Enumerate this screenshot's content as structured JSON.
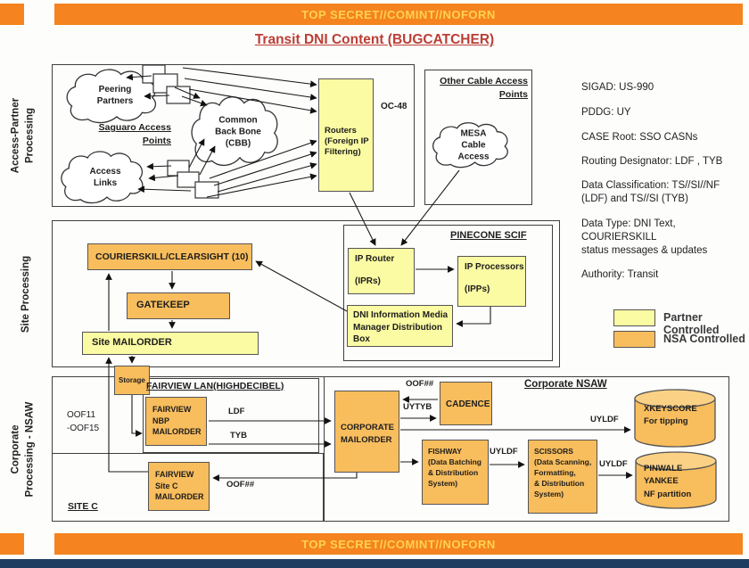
{
  "banner": {
    "classification": "TOP SECRET//COMINT//NOFORN"
  },
  "title": "Transit DNI Content (BUGCATCHER)",
  "side_labels": {
    "access_partner": "Access-Partner\nProcessing",
    "site": "Site Processing",
    "corporate": "Corporate\nProcessing - NSAW"
  },
  "clouds": {
    "peering": "Peering\nPartners",
    "access_links": "Access\nLinks",
    "cbb": "Common\nBack Bone\n(CBB)",
    "mesa": "MESA\nCable\nAccess"
  },
  "region_labels": {
    "saguaro": "Saguaro Access\nPoints",
    "other_cable": "Other Cable Access\nPoints",
    "pinecone": "PINECONE SCIF",
    "fairview_lan": "FAIRVIEW LAN(HIGHDECIBEL)",
    "corporate_nsaw": "Corporate NSAW",
    "site_c": "SITE C"
  },
  "boxes": {
    "routers": "Routers\n(Foreign IP\nFiltering)",
    "ip_router": "IP Router\n\n(IPRs)",
    "ip_processors": "IP Processors\n\n(IPPs)",
    "dni_media": "DNI Information Media\nManager Distribution\nBox",
    "courierskill": "COURIERSKILL/CLEARSIGHT (10)",
    "gatekeep": "GATEKEEP",
    "site_mailorder": "Site MAILORDER",
    "storage": "Storage",
    "fairview_nbp": "FAIRVIEW\nNBP\nMAILORDER",
    "fairview_site_c": "FAIRVIEW\nSite C\nMAILORDER",
    "corporate_mailorder": "CORPORATE\nMAILORDER",
    "cadence": "CADENCE",
    "fishway": "FISHWAY\n(Data Batching\n& Distribution\nSystem)",
    "scissors": "SCISSORS\n(Data Scanning,\nFormatting,\n& Distribution\nSystem)"
  },
  "cylinders": {
    "xkeyscore": "XKEYSCORE\nFor tipping",
    "pinwale": "PINWALE\nYANKEE\nNF partition"
  },
  "edge_labels": {
    "oc48": "OC-48",
    "ldf": "LDF",
    "tyb": "TYB",
    "oof_range": "OOF11\n-OOF15",
    "oof_cadence": "OOF##",
    "uytyb": "UYTYB",
    "uyldf_xkeyscore": "UYLDF",
    "uyldf_fishway": "UYLDF",
    "uyldf_scissors": "UYLDF",
    "oof_site_c": "OOF##"
  },
  "info_panel": {
    "sigad": "SIGAD: US-990",
    "pddg": "PDDG: UY",
    "case_root": "CASE Root: SSO CASNs",
    "routing": "Routing Designator: LDF , TYB",
    "classification": "Data Classification: TS//SI//NF\n(LDF) and TS//SI (TYB)",
    "data_type": "Data Type:  DNI Text,\nCOURIERSKILL\nstatus messages & updates",
    "authority": "Authority:  Transit"
  },
  "legend": {
    "partner": "Partner Controlled",
    "nsa": "NSA Controlled",
    "partner_color": "#FBFBA3",
    "nsa_color": "#F8BD5D",
    "banner_color": "#F5831F",
    "banner_text_color": "#FFD24F",
    "title_color": "#BB3E35"
  }
}
